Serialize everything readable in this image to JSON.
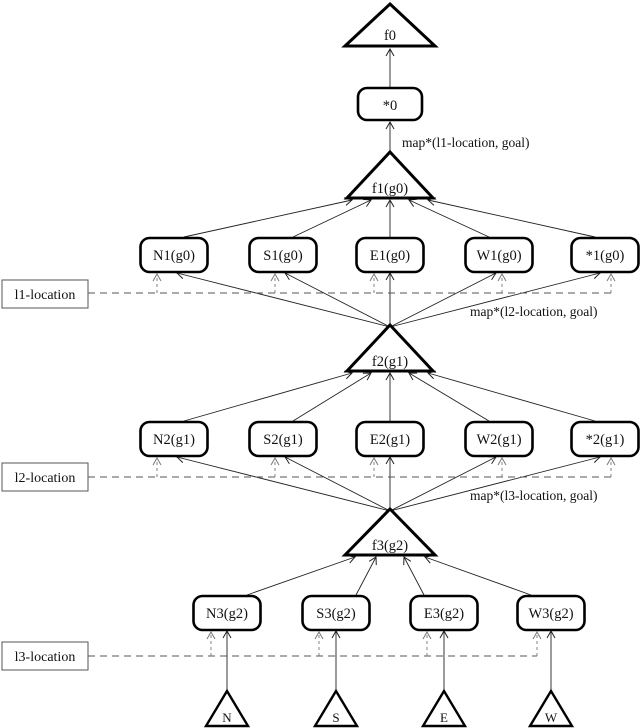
{
  "nodes": {
    "f0": "f0",
    "star0": "*0",
    "f1": "f1(g0)",
    "f2": "f2(g1)",
    "f3": "f3(g2)",
    "row1": [
      "N1(g0)",
      "S1(g0)",
      "E1(g0)",
      "W1(g0)",
      "*1(g0)"
    ],
    "row2": [
      "N2(g1)",
      "S2(g1)",
      "E2(g1)",
      "W2(g1)",
      "*2(g1)"
    ],
    "row3": [
      "N3(g2)",
      "S3(g2)",
      "E3(g2)",
      "W3(g2)"
    ],
    "leaves": [
      "N",
      "S",
      "E",
      "W"
    ]
  },
  "labels": {
    "map1": "map*(l1-location, goal)",
    "map2": "map*(l2-location, goal)",
    "map3": "map*(l3-location, goal)",
    "loc1": "l1-location",
    "loc2": "l2-location",
    "loc3": "l3-location"
  },
  "colors": {
    "ink": "#000000",
    "background": "#ffffff"
  }
}
